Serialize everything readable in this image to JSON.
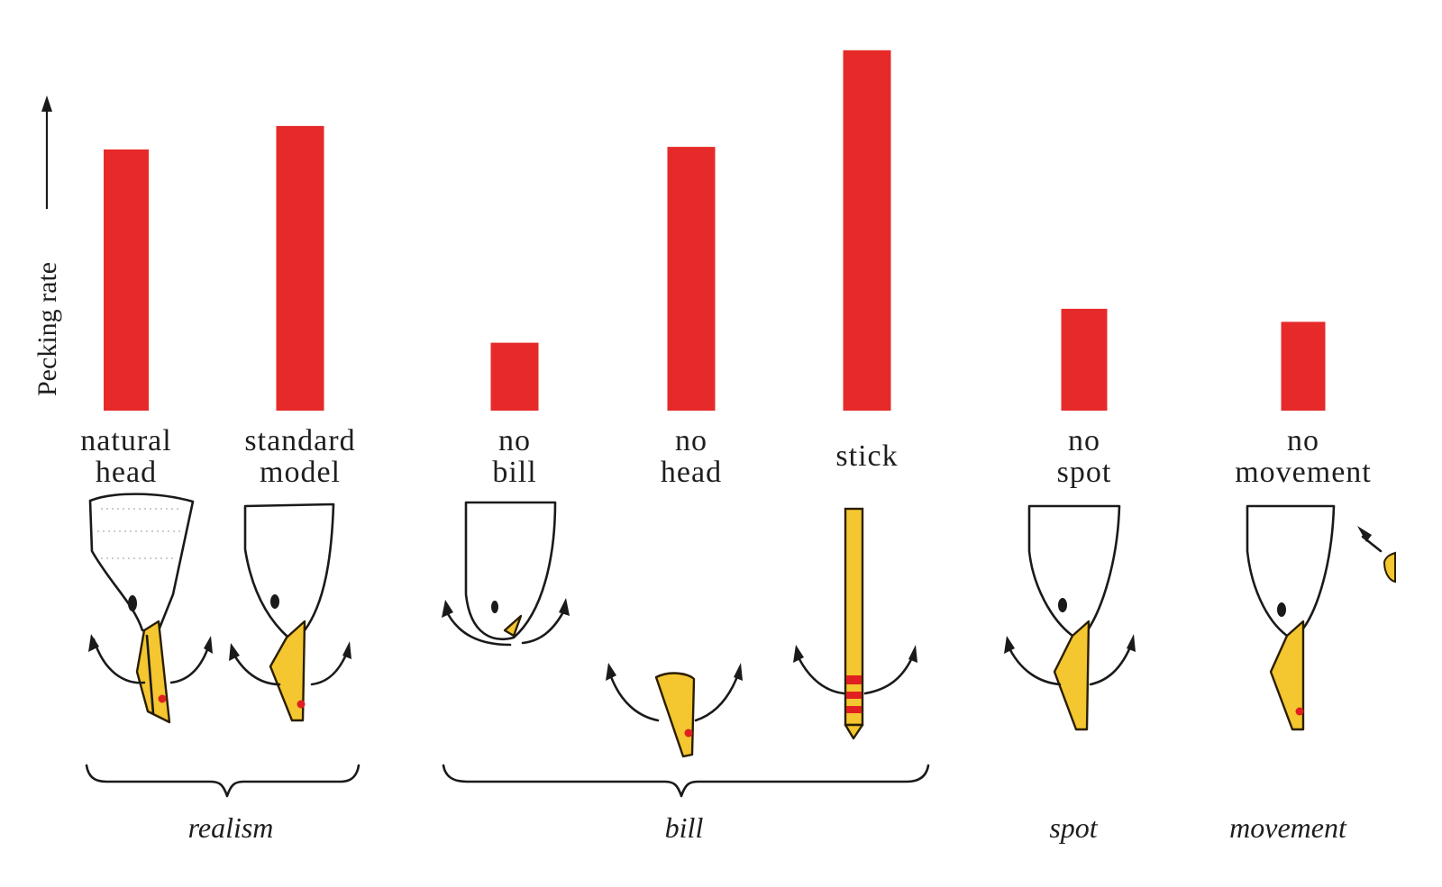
{
  "chart_data": {
    "type": "bar",
    "ylabel": "Pecking rate",
    "categories": [
      [
        "natural",
        "head"
      ],
      [
        "standard",
        "model"
      ],
      [
        "no",
        "bill"
      ],
      [
        "no",
        "head"
      ],
      [
        "stick"
      ],
      [
        "no",
        "spot"
      ],
      [
        "no",
        "movement"
      ]
    ],
    "values": [
      100,
      109,
      26,
      101,
      138,
      39,
      34
    ],
    "ylim": [
      0,
      140
    ],
    "grid": false,
    "groups": [
      "realism",
      "bill",
      "spot",
      "movement"
    ],
    "colors": {
      "bar": "#e62a2a",
      "beak": "#f4c630",
      "spot": "#e02020"
    },
    "icons": [
      "natural-gull-head",
      "model-gull-head",
      "head-without-bill",
      "bill-only",
      "stick",
      "head-without-spot",
      "head-no-movement"
    ]
  }
}
